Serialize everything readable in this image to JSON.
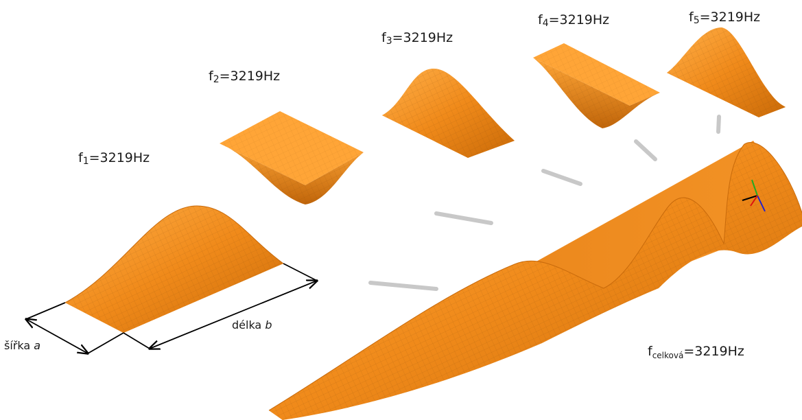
{
  "labels": {
    "f1": {
      "prefix": "f",
      "sub": "1",
      "value": "=3219Hz"
    },
    "f2": {
      "prefix": "f",
      "sub": "2",
      "value": "=3219Hz"
    },
    "f3": {
      "prefix": "f",
      "sub": "3",
      "value": "=3219Hz"
    },
    "f4": {
      "prefix": "f",
      "sub": "4",
      "value": "=3219Hz"
    },
    "f5": {
      "prefix": "f",
      "sub": "5",
      "value": "=3219Hz"
    },
    "ftotal": {
      "prefix": "f",
      "sub": "celková",
      "value": "=3219Hz"
    }
  },
  "dimensions": {
    "width": {
      "text": "šířka ",
      "symbol": "a"
    },
    "length": {
      "text": "délka ",
      "symbol": "b"
    }
  },
  "colors": {
    "surface": "#F08A1A",
    "surface_dark": "#B85F05",
    "surface_light": "#FFB04A",
    "mesh": "#7a4a10",
    "connector": "#c8c8c8",
    "arrow": "#000000"
  },
  "axis_triad": {
    "x_color": "#d11",
    "y_color": "#2a2",
    "z_color": "#22c"
  }
}
